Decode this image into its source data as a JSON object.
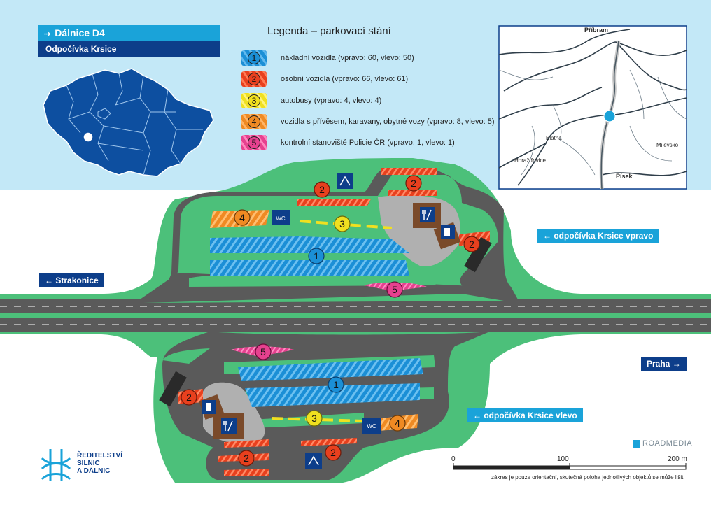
{
  "header": {
    "highway_label": "Dálnice D4",
    "rest_area_label": "Odpočívka Krsice"
  },
  "legend": {
    "title": "Legenda – parkovací stání",
    "items": [
      {
        "num": "1",
        "color": "#1b8fd6",
        "stripe": "#62b9ee",
        "text": "nákladní vozidla (vpravo: 60, vlevo: 50)"
      },
      {
        "num": "2",
        "color": "#e8401e",
        "stripe": "#ff7b55",
        "text": "osobní vozidla (vpravo: 66, vlevo: 61)"
      },
      {
        "num": "3",
        "color": "#f0e020",
        "stripe": "#fff37a",
        "text": "autobusy (vpravo: 4, vlevo: 4)"
      },
      {
        "num": "4",
        "color": "#ef8a23",
        "stripe": "#ffb466",
        "text": "vozidla s přívěsem, karavany, obytné vozy (vpravo: 8, vlevo: 5)"
      },
      {
        "num": "5",
        "color": "#e6418f",
        "stripe": "#ff86bd",
        "text": "kontrolní stanoviště Policie ČR (vpravo: 1, vlevo: 1)"
      }
    ]
  },
  "signs": {
    "strakonice": "Strakonice",
    "praha": "Praha",
    "rest_right": "odpočívka Krsice vpravo",
    "rest_left": "odpočívka Krsice vlevo"
  },
  "map_labels": {
    "pribram": "Příbram",
    "blatna": "Blatná",
    "horazdovice": "Horažďovice",
    "milevsko": "Milevsko",
    "pisek": "Písek"
  },
  "markers": {
    "wc": "WC",
    "one": "1",
    "two": "2",
    "three": "3",
    "four": "4",
    "five": "5"
  },
  "scale": {
    "labels": [
      "0",
      "100",
      "200 m"
    ],
    "note": "zákres je pouze orientační, skutečná poloha jednotlivých objektů se může lišit"
  },
  "branding": {
    "authority": [
      "ŘEDITELSTVÍ",
      "SILNIC",
      "A DÁLNIC"
    ],
    "publisher": "ROADMEDIA"
  },
  "colors": {
    "sky": "#bfe7f7",
    "grass": "#4cc07a",
    "asphalt": "#5a5a5a",
    "lot": "#a8a8a8",
    "truck": "#1b8fd6",
    "car": "#e8401e",
    "bus": "#f0e020",
    "trailer": "#ef8a23",
    "police": "#e6418f",
    "sign_dark": "#0d3e8a",
    "sign_light": "#1aa3d9"
  }
}
